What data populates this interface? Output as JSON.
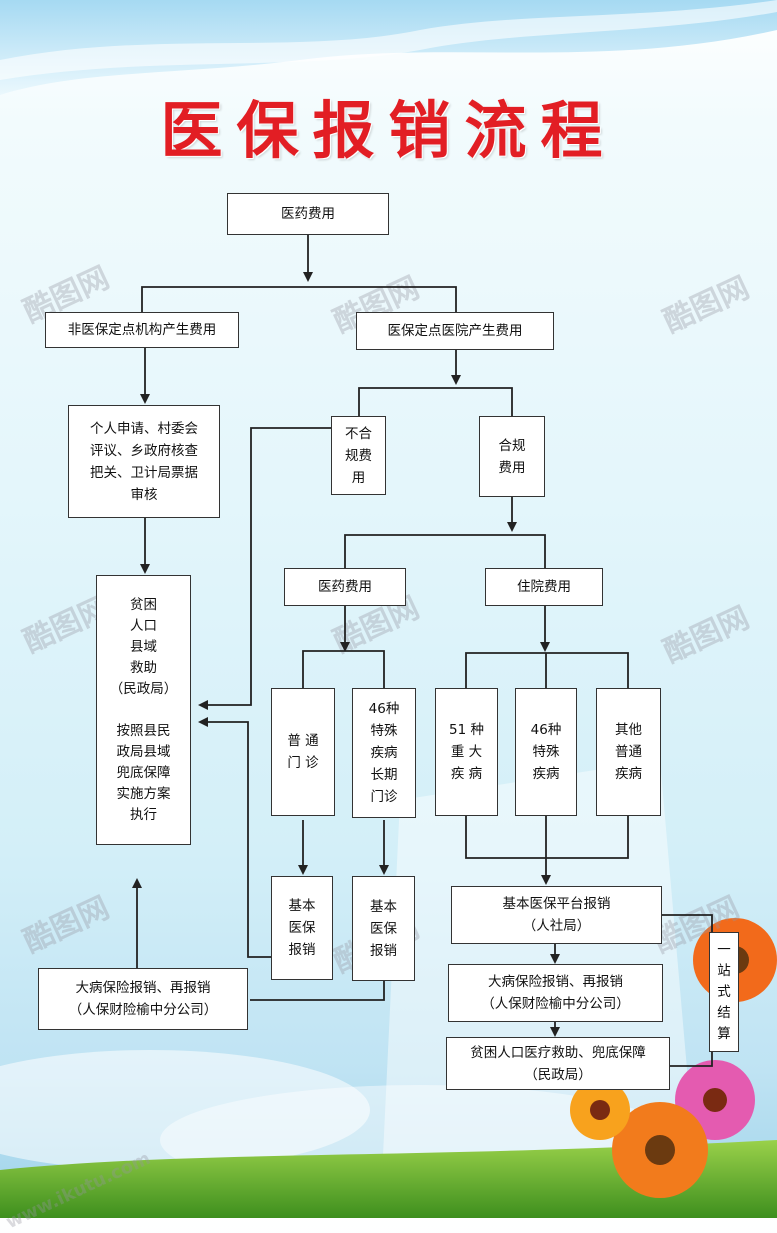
{
  "title": "医保报销流程",
  "boxes": {
    "medical_cost": "医药费用",
    "non_designated": "非医保定点机构产生费用",
    "designated": "医保定点医院产生费用",
    "personal_apply": "个人申请、村委会\n评议、乡政府核查\n把关、卫计局票据\n审核",
    "non_compliant": "不合\n规费\n用",
    "compliant": "合规\n费用",
    "poverty_aid": "贫困\n人口\n县域\n救助\n（民政局）\n\n按照县民\n政局县域\n兜底保障\n实施方案\n执行",
    "drug_cost": "医药费用",
    "hospital_cost": "住院费用",
    "general_outpatient": "普  通\n门  诊",
    "special_46_outpatient": "46种\n特殊\n疾病\n长期\n门诊",
    "major_51": "51  种\n重  大\n疾  病",
    "special_46": "46种\n特殊\n疾病",
    "other_common": "其他\n普通\n疾病",
    "basic_insurance_1": "基本\n医保\n报销",
    "basic_insurance_2": "基本\n医保\n报销",
    "basic_platform": "基本医保平台报销\n（人社局）",
    "critical_insurance_left": "大病保险报销、再报销\n（人保财险榆中分公司）",
    "critical_insurance_right": "大病保险报销、再报销\n（人保财险榆中分公司）",
    "poverty_medical_aid": "贫困人口医疗救助、兜底保障\n（民政局）",
    "one_stop": "一\n站\n式\n结\n算"
  },
  "watermark": {
    "brand": "酷图网",
    "url": "www.ikutu.com"
  },
  "colors": {
    "title": "#e21e24",
    "line": "#222222",
    "box_border": "#333333"
  }
}
